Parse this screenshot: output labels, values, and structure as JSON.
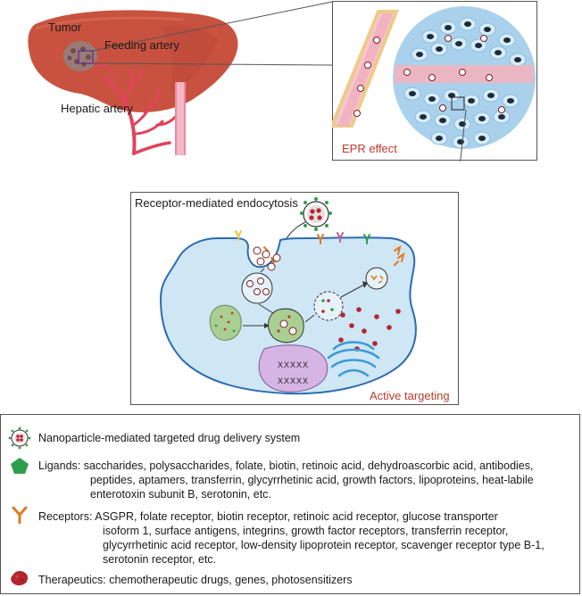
{
  "liver": {
    "tumor_label": "Tumor",
    "feeding_artery_label": "Feeding artery",
    "hepatic_artery_label": "Hepatic artery"
  },
  "epr_panel": {
    "label": "EPR effect"
  },
  "cell_panel": {
    "title": "Receptor-mediated endocytosis",
    "label": "Active targeting",
    "chromosome_marks": "XXXXX"
  },
  "legend": {
    "nanoparticle": "Nanoparticle-mediated targeted drug delivery system",
    "ligands_lines": [
      "Ligands: saccharides, polysaccharides, folate, biotin, retinoic acid, dehydroascorbic acid, antibodies,",
      "peptides, aptamers, transferrin, glycyrrhetinic acid, growth factors, lipoproteins, heat-labile",
      "enterotoxin subunit B, serotonin, etc."
    ],
    "receptors_lines": [
      "Receptors: ASGPR, folate receptor, biotin receptor, retinoic acid receptor, glucose transporter",
      "isoform 1, surface antigens, integrins, growth factor receptors, transferrin receptor,",
      "glycyrrhetinic acid receptor, low-density lipoprotein receptor, scavenger receptor type B-1,",
      "serotonin receptor, etc."
    ],
    "therapeutics": "Therapeutics: chemotherapeutic drugs, genes, photosensitizers"
  },
  "colors": {
    "liver": "#c8523f",
    "artery": "#e0435c",
    "cell_fill": "#cfe6f5",
    "cell_stroke": "#2b6cb0",
    "nucleus": "#d6b4e3",
    "ligand": "#2e9e4a",
    "receptor": "#e07a1f",
    "drug": "#b3262e",
    "label_red": "#c0392b"
  }
}
